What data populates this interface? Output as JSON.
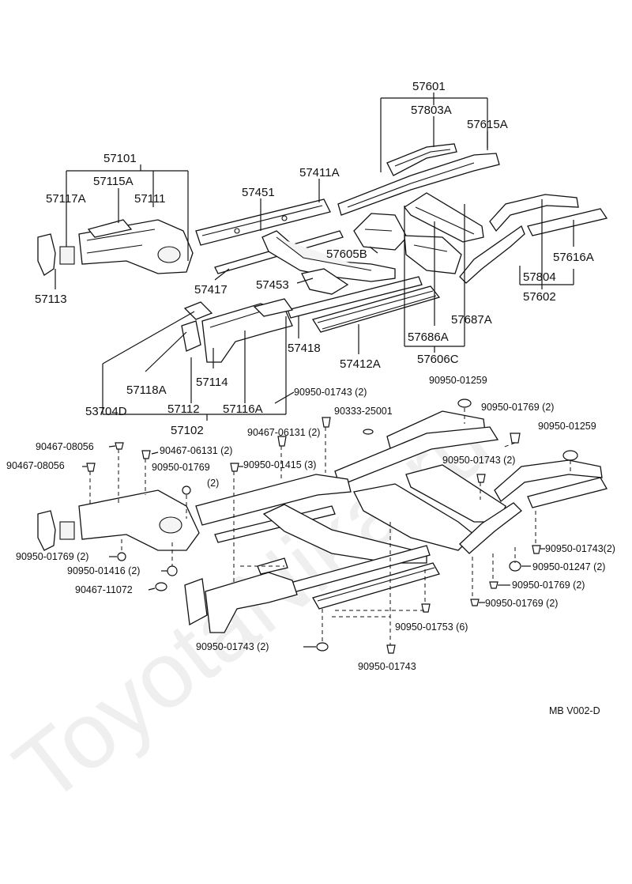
{
  "watermark": "ToyotaNika.ru",
  "diagram_code": "MB  V002-D",
  "labels": {
    "p57601": "57601",
    "p57803A": "57803A",
    "p57615A": "57615A",
    "p57101": "57101",
    "p57115A": "57115A",
    "p57117A": "57117A",
    "p57111": "57111",
    "p57411A": "57411A",
    "p57451": "57451",
    "p57113": "57113",
    "p57605B": "57605B",
    "p57616A": "57616A",
    "p57417": "57417",
    "p57453": "57453",
    "p57804": "57804",
    "p57602": "57602",
    "p57687A": "57687A",
    "p57418": "57418",
    "p57686A": "57686A",
    "p57118A": "57118A",
    "p57114": "57114",
    "p57412A": "57412A",
    "p57606C": "57606C",
    "p53704D": "53704D",
    "p57112": "57112",
    "p57116A": "57116A",
    "p57102": "57102"
  },
  "fasteners": {
    "f1": "90950-01259",
    "f2": "90950-01743 (2)",
    "f3": "90333-25001",
    "f4": "90950-01769 (2)",
    "f5": "90950-01259",
    "f6": "90467-06131 (2)",
    "f7": "90467-08056",
    "f8": "90467-06131 (2)",
    "f9": "90950-01743 (2)",
    "f10": "90467-08056",
    "f11": "90950-01769",
    "f12": "(2)",
    "f13": "90950-01415 (3)",
    "f14": "90950-01769 (2)",
    "f15": "90950-01416 (2)",
    "f16": "90467-11072",
    "f17": "90950-01743(2)",
    "f18": "90950-01247 (2)",
    "f19": "90950-01769 (2)",
    "f20": "90950-01769 (2)",
    "f21": "90950-01753 (6)",
    "f22": "90950-01743 (2)",
    "f23": "90950-01743"
  }
}
